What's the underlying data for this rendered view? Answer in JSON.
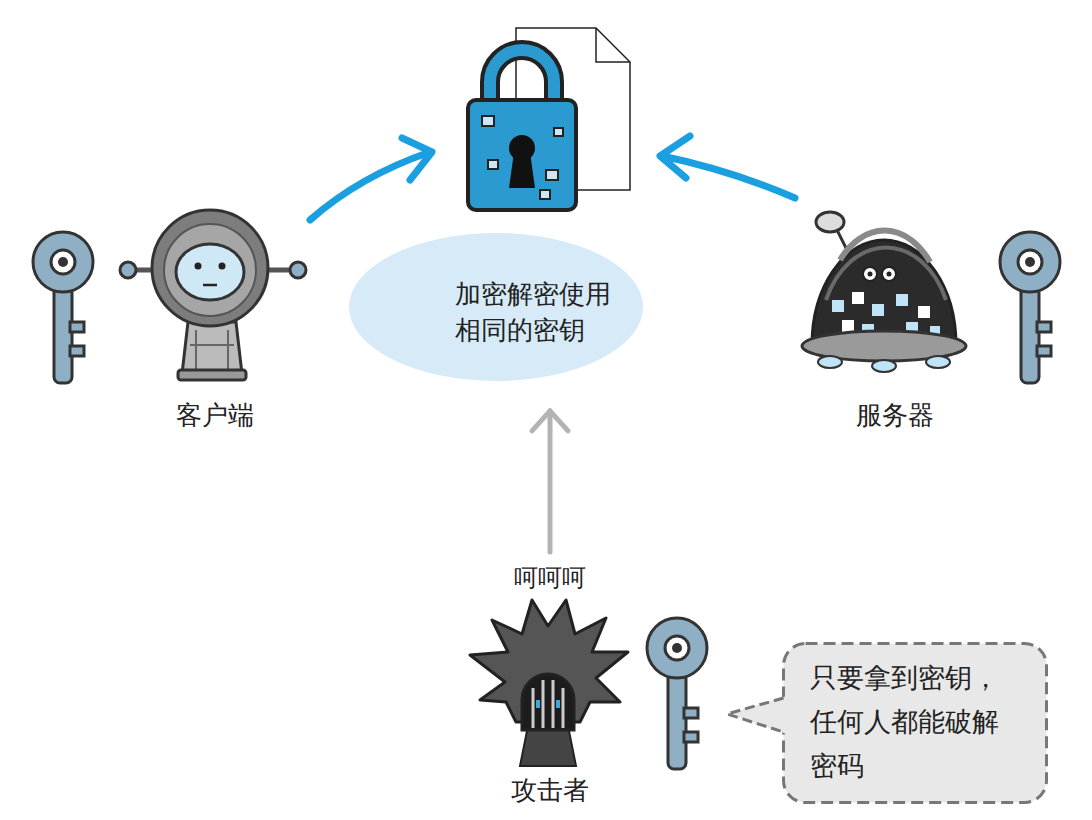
{
  "diagram": {
    "nodes": [
      {
        "text": [
          "客户端"
        ]
      },
      {
        "text": [
          "加密解密使用 相同的密钥"
        ]
      },
      {
        "text": [
          "服务器"
        ]
      },
      {
        "text": [
          "呵呵呵",
          "攻击者"
        ]
      },
      {
        "text": [
          "只要拿到密钥，任何人都能破解密码"
        ]
      }
    ],
    "edges": [
      {
        "from": 3,
        "to": 1,
        "arrow": "to"
      }
    ]
  }
}
